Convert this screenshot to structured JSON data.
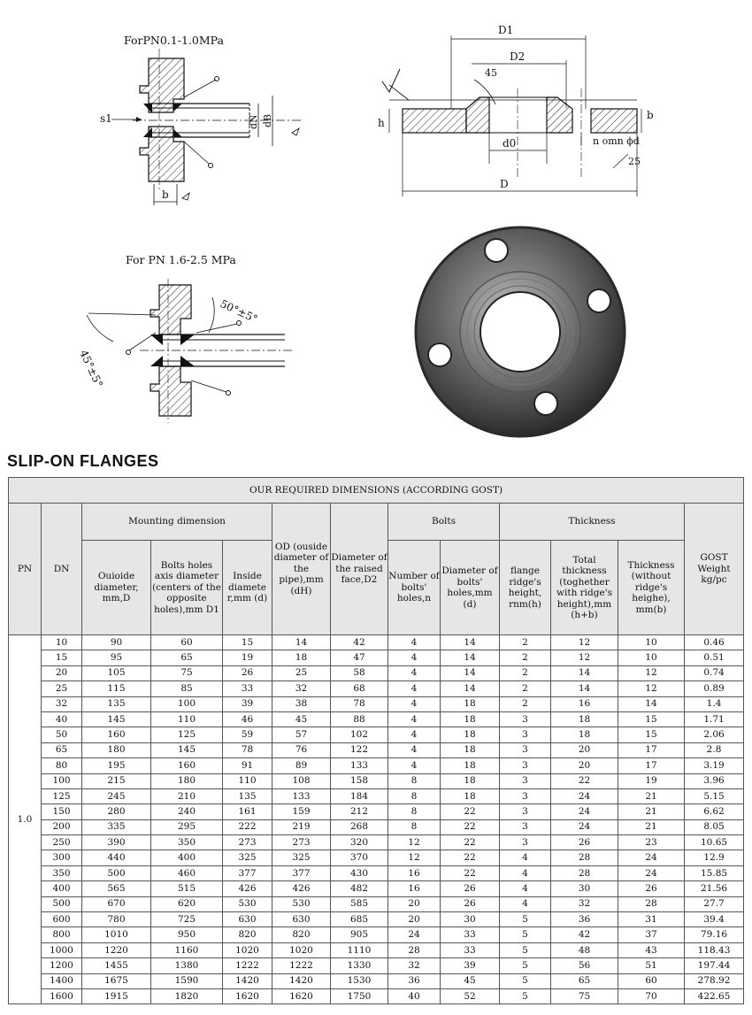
{
  "drawings": {
    "top_left": {
      "caption": "ForPN0.1-1.0MPa",
      "labels": {
        "s1": "s1",
        "dN": "dN",
        "dB": "dB",
        "b": "b"
      }
    },
    "top_right": {
      "labels": {
        "D1": "D1",
        "D2": "D2",
        "angle": "45",
        "h": "h",
        "b": "b",
        "d0": "d0",
        "holes": "n omn ϕd",
        "r": "25",
        "D": "D"
      }
    },
    "bottom_left": {
      "caption": "For PN 1.6-2.5 MPa",
      "labels": {
        "angle_top": "50°±5°",
        "angle_left": "45°±5°"
      }
    },
    "photo": {
      "subject": "flange-photo"
    }
  },
  "section_title": "SLIP-ON FLANGES",
  "table": {
    "caption": "OUR REQUIRED DIMENSIONS (ACCORDING GOST)",
    "headers": {
      "pn": "PN",
      "dn": "DN",
      "mounting": "Mounting dimension",
      "outside_diameter": "Ouioide diameter, mm,D",
      "bolt_axis": "Bolts holes axis diameter (centers of the opposite holes),mm D1",
      "inside_diameter": "Inside diamete r,mm (d)",
      "od": "OD (ouside diameter of the pipe),mm (dH)",
      "raised_face": "Diameter of the raised face,D2",
      "bolts": "Bolts",
      "bolt_count": "Number of bolts' holes,n",
      "bolt_dia": "Diameter of bolts' holes,mm (d)",
      "thickness": "Thickness",
      "ridge_height": "flange ridge's height, rnm(h)",
      "total_thickness": "Total thickness (toghether with ridge's height),mm (h+b)",
      "thickness_b": "Thickness (without ridge's heighe), mm(b)",
      "weight": "GOST Weight kg/pc"
    },
    "pn_value": "1.0",
    "rows": [
      [
        "10",
        "90",
        "60",
        "15",
        "14",
        "42",
        "4",
        "14",
        "2",
        "12",
        "10",
        "0.46"
      ],
      [
        "15",
        "95",
        "65",
        "19",
        "18",
        "47",
        "4",
        "14",
        "2",
        "12",
        "10",
        "0.51"
      ],
      [
        "20",
        "105",
        "75",
        "26",
        "25",
        "58",
        "4",
        "14",
        "2",
        "14",
        "12",
        "0.74"
      ],
      [
        "25",
        "115",
        "85",
        "33",
        "32",
        "68",
        "4",
        "14",
        "2",
        "14",
        "12",
        "0.89"
      ],
      [
        "32",
        "135",
        "100",
        "39",
        "38",
        "78",
        "4",
        "18",
        "2",
        "16",
        "14",
        "1.4"
      ],
      [
        "40",
        "145",
        "110",
        "46",
        "45",
        "88",
        "4",
        "18",
        "3",
        "18",
        "15",
        "1.71"
      ],
      [
        "50",
        "160",
        "125",
        "59",
        "57",
        "102",
        "4",
        "18",
        "3",
        "18",
        "15",
        "2.06"
      ],
      [
        "65",
        "180",
        "145",
        "78",
        "76",
        "122",
        "4",
        "18",
        "3",
        "20",
        "17",
        "2.8"
      ],
      [
        "80",
        "195",
        "160",
        "91",
        "89",
        "133",
        "4",
        "18",
        "3",
        "20",
        "17",
        "3.19"
      ],
      [
        "100",
        "215",
        "180",
        "110",
        "108",
        "158",
        "8",
        "18",
        "3",
        "22",
        "19",
        "3.96"
      ],
      [
        "125",
        "245",
        "210",
        "135",
        "133",
        "184",
        "8",
        "18",
        "3",
        "24",
        "21",
        "5.15"
      ],
      [
        "150",
        "280",
        "240",
        "161",
        "159",
        "212",
        "8",
        "22",
        "3",
        "24",
        "21",
        "6.62"
      ],
      [
        "200",
        "335",
        "295",
        "222",
        "219",
        "268",
        "8",
        "22",
        "3",
        "24",
        "21",
        "8.05"
      ],
      [
        "250",
        "390",
        "350",
        "273",
        "273",
        "320",
        "12",
        "22",
        "3",
        "26",
        "23",
        "10.65"
      ],
      [
        "300",
        "440",
        "400",
        "325",
        "325",
        "370",
        "12",
        "22",
        "4",
        "28",
        "24",
        "12.9"
      ],
      [
        "350",
        "500",
        "460",
        "377",
        "377",
        "430",
        "16",
        "22",
        "4",
        "28",
        "24",
        "15.85"
      ],
      [
        "400",
        "565",
        "515",
        "426",
        "426",
        "482",
        "16",
        "26",
        "4",
        "30",
        "26",
        "21.56"
      ],
      [
        "500",
        "670",
        "620",
        "530",
        "530",
        "585",
        "20",
        "26",
        "4",
        "32",
        "28",
        "27.7"
      ],
      [
        "600",
        "780",
        "725",
        "630",
        "630",
        "685",
        "20",
        "30",
        "5",
        "36",
        "31",
        "39.4"
      ],
      [
        "800",
        "1010",
        "950",
        "820",
        "820",
        "905",
        "24",
        "33",
        "5",
        "42",
        "37",
        "79.16"
      ],
      [
        "1000",
        "1220",
        "1160",
        "1020",
        "1020",
        "1110",
        "28",
        "33",
        "5",
        "48",
        "43",
        "118.43"
      ],
      [
        "1200",
        "1455",
        "1380",
        "1222",
        "1222",
        "1330",
        "32",
        "39",
        "5",
        "56",
        "51",
        "197.44"
      ],
      [
        "1400",
        "1675",
        "1590",
        "1420",
        "1420",
        "1530",
        "36",
        "45",
        "5",
        "65",
        "60",
        "278.92"
      ],
      [
        "1600",
        "1915",
        "1820",
        "1620",
        "1620",
        "1750",
        "40",
        "52",
        "5",
        "75",
        "70",
        "422.65"
      ]
    ]
  }
}
